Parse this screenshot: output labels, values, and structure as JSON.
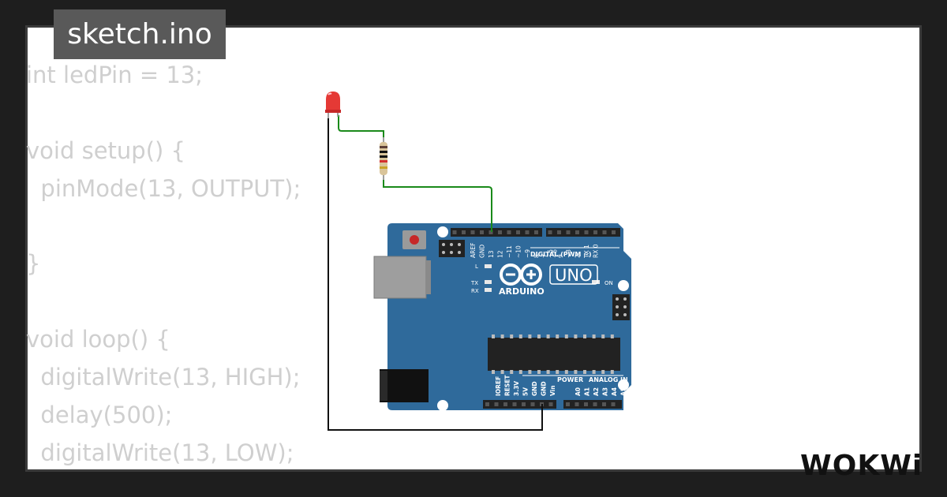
{
  "file_tab": {
    "title": "sketch.ino"
  },
  "code_lines": [
    "int ledPin = 13;",
    "",
    "void setup() {",
    "  pinMode(13, OUTPUT);",
    "",
    "}",
    "",
    "void loop() {",
    "  digitalWrite(13, HIGH);",
    "  delay(500);",
    "  digitalWrite(13, LOW);"
  ],
  "board": {
    "brand": "ARDUINO",
    "model": "UNO",
    "digital_header_label": "DIGITAL (PWM ~)",
    "digital_pins": [
      "AREF",
      "GND",
      "13",
      "12",
      "~11",
      "~10",
      "~9",
      "8",
      "7",
      "~6",
      "~5",
      "4",
      "~3",
      "2",
      "TX 1",
      "RX 0"
    ],
    "power_label": "POWER",
    "analog_label": "ANALOG IN",
    "power_pins": [
      "IOREF",
      "RESET",
      "3.3V",
      "5V",
      "GND",
      "GND",
      "Vin"
    ],
    "analog_pins": [
      "A0",
      "A1",
      "A2",
      "A3",
      "A4",
      "A5"
    ],
    "led_l": "L",
    "led_tx": "TX",
    "led_rx": "RX",
    "led_on": "ON"
  },
  "logo_text": "WOKWi",
  "colors": {
    "background": "#1e1e1e",
    "board": "#2f6a9b",
    "wire_signal": "#1a8a1a",
    "wire_ground": "#111111",
    "led_red": "#e53935"
  }
}
